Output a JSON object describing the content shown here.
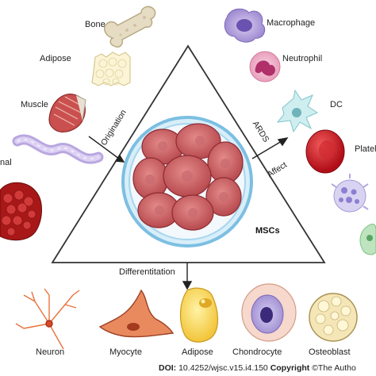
{
  "center_label": "MSCs",
  "arrows": {
    "origination": "Origination",
    "ards": "ARDS",
    "affect": "Affect",
    "differentitation": "Differentitation"
  },
  "origin_tissues": {
    "bone": "Bone",
    "adipose": "Adipose",
    "muscle": "Muscle",
    "umbilical": "nal"
  },
  "affected_cells": {
    "macrophage": "Macrophage",
    "neutrophil": "Neutrophil",
    "dc": "DC",
    "platelet": "Platel"
  },
  "differentiated_cells": {
    "neuron": "Neuron",
    "myocyte": "Myocyte",
    "adipose": "Adipose",
    "chondrocyte": "Chondrocyte",
    "osteoblast": "Osteoblast"
  },
  "footer": {
    "doi_prefix": "DOI:",
    "doi": "10.4252/wjsc.v15.i4.150",
    "copyright": "Copyright",
    "rights": "©The Autho"
  }
}
